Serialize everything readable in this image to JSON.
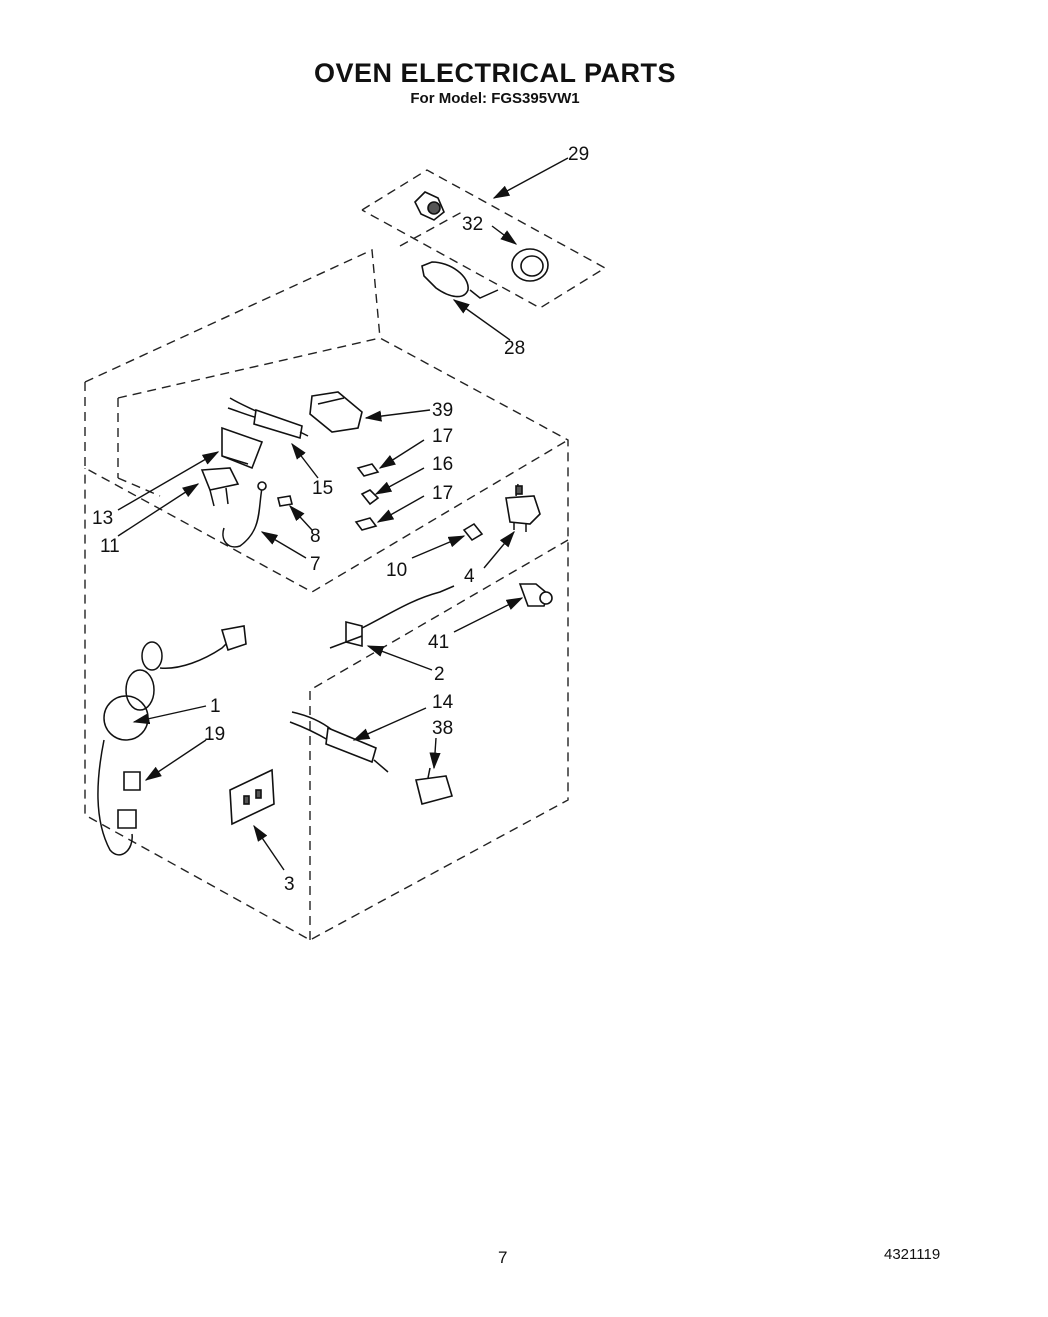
{
  "header": {
    "title": "OVEN ELECTRICAL PARTS",
    "model": "For Model: FGS395VW1"
  },
  "callouts": {
    "c29": "29",
    "c32": "32",
    "c28": "28",
    "c39": "39",
    "c17a": "17",
    "c16": "16",
    "c17b": "17",
    "c15": "15",
    "c13": "13",
    "c11": "11",
    "c8": "8",
    "c7": "7",
    "c10": "10",
    "c4": "4",
    "c41": "41",
    "c2": "2",
    "c1": "1",
    "c19": "19",
    "c14": "14",
    "c38": "38",
    "c3": "3"
  },
  "footer": {
    "page_number": "7",
    "doc_number": "4321119"
  }
}
